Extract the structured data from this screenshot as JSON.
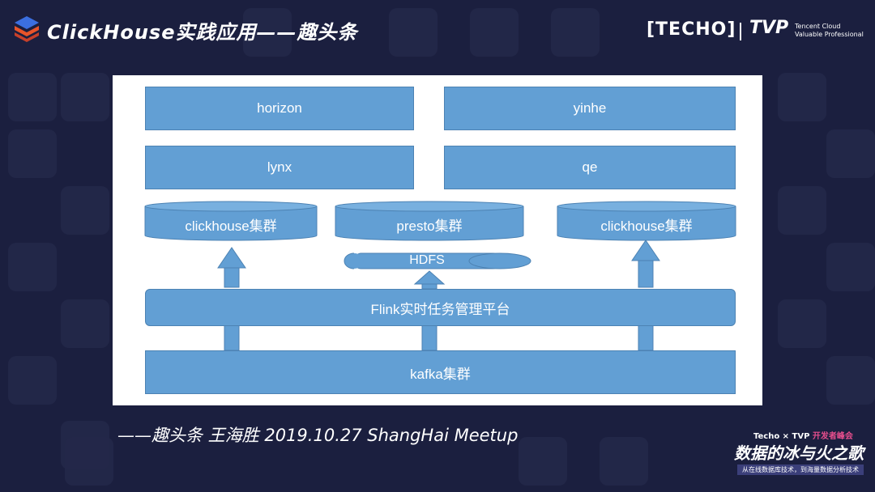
{
  "header": {
    "title": "ClickHouse实践应用——趣头条",
    "brand_techo": "[TECHO]",
    "brand_tvp": "TVP",
    "brand_tc_line1": "Tencent Cloud",
    "brand_tc_line2": "Valuable Professional"
  },
  "diagram": {
    "boxes": {
      "horizon": "horizon",
      "yinhe": "yinhe",
      "lynx": "lynx",
      "qe": "qe",
      "flink": "Flink实时任务管理平台",
      "kafka": "kafka集群"
    },
    "cylinders": {
      "ch_left": "clickhouse集群",
      "presto": "presto集群",
      "ch_right": "clickhouse集群",
      "hdfs": "HDFS"
    }
  },
  "caption": "——趣头条 王海胜 2019.10.27 ShangHai Meetup",
  "event": {
    "top_left": "Techo × TVP",
    "top_accent": "开发者峰会",
    "main": "数据的冰与火之歌",
    "sub": "从在线数据库技术，到海量数据分析技术"
  },
  "colors": {
    "background": "#1b1f3f",
    "box_fill": "#629fd4",
    "box_border": "#4c82b3",
    "accent": "#e64e8d"
  }
}
